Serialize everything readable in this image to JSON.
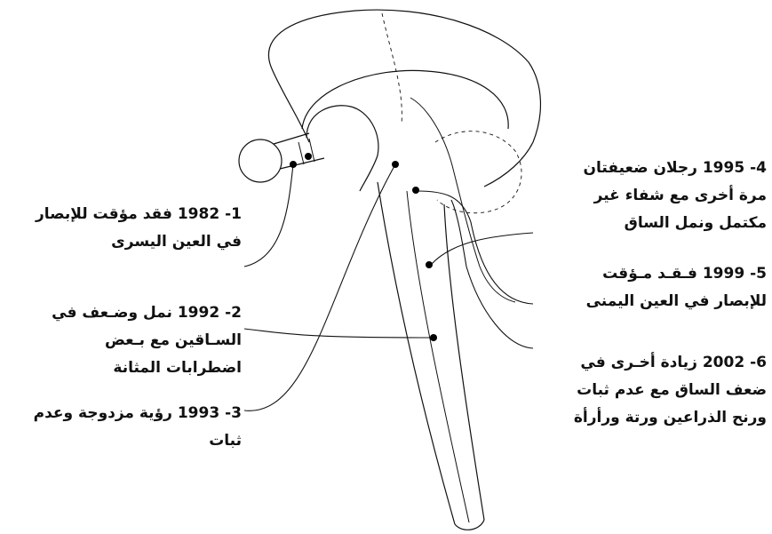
{
  "annotations": {
    "n1": {
      "line1": "1- 1982 فقد مؤقت للإبصار",
      "line2": "في العين اليسرى"
    },
    "n2": {
      "line1": "2- 1992 نمل وضـعف في",
      "line2": "السـاقين مع بـعض",
      "line3": "اضطرابات المثانة"
    },
    "n3": {
      "line1": "3- 1993 رؤية مزدوجة وعدم",
      "line2": "ثبات"
    },
    "n4": {
      "line1": "4- 1995 رجلان ضعيفتان",
      "line2": "مرة أخرى مع شفاء غير",
      "line3": "مكتمل ونمل الساق"
    },
    "n5": {
      "line1": "5- 1999 فـقـد مـؤقت",
      "line2": "للإبصار في العين اليمنى"
    },
    "n6": {
      "line1": "6- 2002 زيادة أخـرى في",
      "line2": "ضعف الساق مع عدم ثبات",
      "line3": "ورنح الذراعين ورتة ورأرأة"
    }
  }
}
